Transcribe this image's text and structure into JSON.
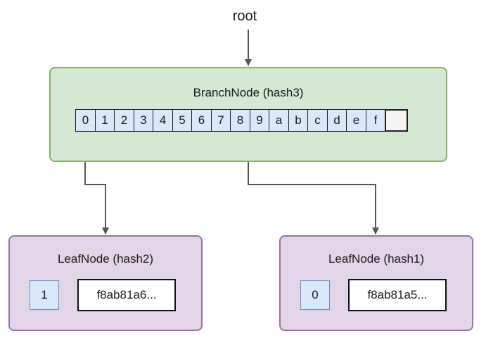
{
  "root": {
    "label": "root"
  },
  "branch": {
    "title": "BranchNode (hash3)",
    "slots": [
      "0",
      "1",
      "2",
      "3",
      "4",
      "5",
      "6",
      "7",
      "8",
      "9",
      "a",
      "b",
      "c",
      "d",
      "e",
      "f",
      ""
    ]
  },
  "leaves": [
    {
      "title": "LeafNode (hash2)",
      "key": "1",
      "value": "f8ab81a6..."
    },
    {
      "title": "LeafNode (hash1)",
      "key": "0",
      "value": "f8ab81a5..."
    }
  ],
  "colors": {
    "branch_fill": "#d5e8d4",
    "branch_stroke": "#82b366",
    "leaf_fill": "#e1d5e7",
    "leaf_stroke": "#9673a6",
    "slot_fill": "#dae8fc",
    "slot_stroke": "#6c8ebf",
    "edge": "#555555"
  }
}
